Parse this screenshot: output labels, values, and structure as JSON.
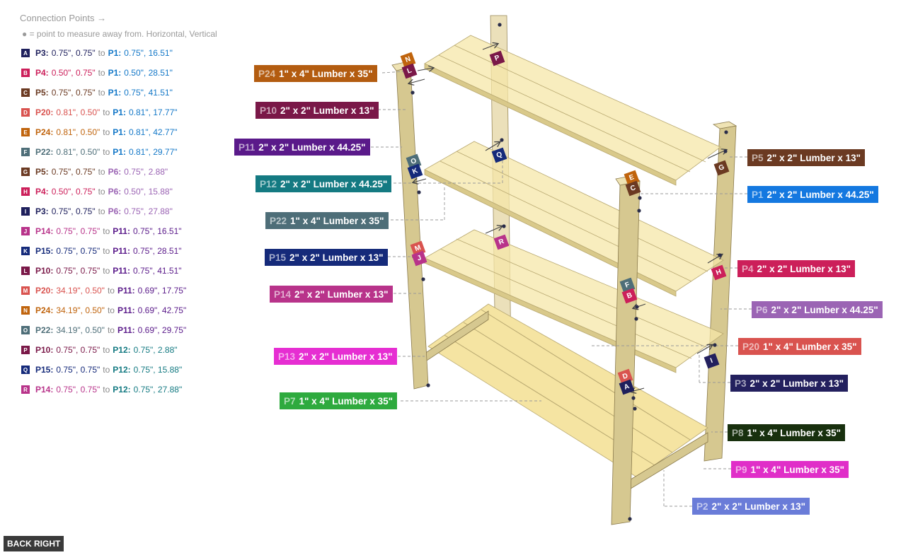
{
  "legend": {
    "title": "Connection Points →",
    "subtitle": "● = point to measure away from. Horizontal, Vertical",
    "connections": [
      {
        "letter": "A",
        "color": "#1e1f5c",
        "from": "P3:",
        "fromColor": "#1e1f5c",
        "fromVal": "0.75\", 0.75\"",
        "to": "P1:",
        "toColor": "#1478c8",
        "toVal": "0.75\", 16.51\""
      },
      {
        "letter": "B",
        "color": "#cc1f5a",
        "from": "P4:",
        "fromColor": "#cc1f5a",
        "fromVal": "0.50\", 0.75\"",
        "to": "P1:",
        "toColor": "#1478c8",
        "toVal": "0.50\", 28.51\""
      },
      {
        "letter": "C",
        "color": "#6b3a22",
        "from": "P5:",
        "fromColor": "#6b3a22",
        "fromVal": "0.75\", 0.75\"",
        "to": "P1:",
        "toColor": "#1478c8",
        "toVal": "0.75\", 41.51\""
      },
      {
        "letter": "D",
        "color": "#d9534f",
        "from": "P20:",
        "fromColor": "#d9534f",
        "fromVal": "0.81\", 0.50\"",
        "to": "P1:",
        "toColor": "#1478c8",
        "toVal": "0.81\", 17.77\""
      },
      {
        "letter": "E",
        "color": "#c0640d",
        "from": "P24:",
        "fromColor": "#c0640d",
        "fromVal": "0.81\", 0.50\"",
        "to": "P1:",
        "toColor": "#1478c8",
        "toVal": "0.81\", 42.77\""
      },
      {
        "letter": "F",
        "color": "#4e6e78",
        "from": "P22:",
        "fromColor": "#4e6e78",
        "fromVal": "0.81\", 0.50\"",
        "to": "P1:",
        "toColor": "#1478c8",
        "toVal": "0.81\", 29.77\""
      },
      {
        "letter": "G",
        "color": "#6b3a22",
        "from": "P5:",
        "fromColor": "#6b3a22",
        "fromVal": "0.75\", 0.75\"",
        "to": "P6:",
        "toColor": "#9b64b4",
        "toVal": "0.75\", 2.88\""
      },
      {
        "letter": "H",
        "color": "#cc1f5a",
        "from": "P4:",
        "fromColor": "#cc1f5a",
        "fromVal": "0.50\", 0.75\"",
        "to": "P6:",
        "toColor": "#9b64b4",
        "toVal": "0.50\", 15.88\""
      },
      {
        "letter": "I",
        "color": "#1e1f5c",
        "from": "P3:",
        "fromColor": "#1e1f5c",
        "fromVal": "0.75\", 0.75\"",
        "to": "P6:",
        "toColor": "#9b64b4",
        "toVal": "0.75\", 27.88\""
      },
      {
        "letter": "J",
        "color": "#b8338a",
        "from": "P14:",
        "fromColor": "#b8338a",
        "fromVal": "0.75\", 0.75\"",
        "to": "P11:",
        "toColor": "#5a1a8a",
        "toVal": "0.75\", 16.51\""
      },
      {
        "letter": "K",
        "color": "#152a7a",
        "from": "P15:",
        "fromColor": "#152a7a",
        "fromVal": "0.75\", 0.75\"",
        "to": "P11:",
        "toColor": "#5a1a8a",
        "toVal": "0.75\", 28.51\""
      },
      {
        "letter": "L",
        "color": "#7a1848",
        "from": "P10:",
        "fromColor": "#7a1848",
        "fromVal": "0.75\", 0.75\"",
        "to": "P11:",
        "toColor": "#5a1a8a",
        "toVal": "0.75\", 41.51\""
      },
      {
        "letter": "M",
        "color": "#d9534f",
        "from": "P20:",
        "fromColor": "#d9534f",
        "fromVal": "34.19\", 0.50\"",
        "to": "P11:",
        "toColor": "#5a1a8a",
        "toVal": "0.69\", 17.75\""
      },
      {
        "letter": "N",
        "color": "#c0640d",
        "from": "P24:",
        "fromColor": "#c0640d",
        "fromVal": "34.19\", 0.50\"",
        "to": "P11:",
        "toColor": "#5a1a8a",
        "toVal": "0.69\", 42.75\""
      },
      {
        "letter": "O",
        "color": "#4e6e78",
        "from": "P22:",
        "fromColor": "#4e6e78",
        "fromVal": "34.19\", 0.50\"",
        "to": "P11:",
        "toColor": "#5a1a8a",
        "toVal": "0.69\", 29.75\""
      },
      {
        "letter": "P",
        "color": "#7a1848",
        "from": "P10:",
        "fromColor": "#7a1848",
        "fromVal": "0.75\", 0.75\"",
        "to": "P12:",
        "toColor": "#147a82",
        "toVal": "0.75\", 2.88\""
      },
      {
        "letter": "Q",
        "color": "#152a7a",
        "from": "P15:",
        "fromColor": "#152a7a",
        "fromVal": "0.75\", 0.75\"",
        "to": "P12:",
        "toColor": "#147a82",
        "toVal": "0.75\", 15.88\""
      },
      {
        "letter": "R",
        "color": "#b8338a",
        "from": "P14:",
        "fromColor": "#b8338a",
        "fromVal": "0.75\", 0.75\"",
        "to": "P12:",
        "toColor": "#147a82",
        "toVal": "0.75\", 27.88\""
      }
    ]
  },
  "parts": [
    {
      "id": "P24",
      "desc": "1\" x 4\" Lumber  x 35\"",
      "color": "#b35c10"
    },
    {
      "id": "P10",
      "desc": "2\" x 2\" Lumber x 13\"",
      "color": "#7a1848"
    },
    {
      "id": "P11",
      "desc": "2\" x 2\" Lumber x 44.25\"",
      "color": "#5a1a8a"
    },
    {
      "id": "P12",
      "desc": "2\" x 2\" Lumber x 44.25\"",
      "color": "#147a82"
    },
    {
      "id": "P22",
      "desc": "1\" x 4\" Lumber  x 35\"",
      "color": "#4e6e78"
    },
    {
      "id": "P15",
      "desc": "2\" x 2\" Lumber x 13\"",
      "color": "#152a7a"
    },
    {
      "id": "P14",
      "desc": "2\" x 2\" Lumber x 13\"",
      "color": "#b8338a"
    },
    {
      "id": "P13",
      "desc": "2\" x 2\" Lumber x 13\"",
      "color": "#e62ed2"
    },
    {
      "id": "P7",
      "desc": "1\" x 4\" Lumber  x 35\"",
      "color": "#2eaa3e"
    },
    {
      "id": "P5",
      "desc": "2\" x 2\" Lumber x 13\"",
      "color": "#6b3a22"
    },
    {
      "id": "P1",
      "desc": "2\" x 2\" Lumber x 44.25\"",
      "color": "#1478e0"
    },
    {
      "id": "P4",
      "desc": "2\" x 2\" Lumber x 13\"",
      "color": "#cc1f5a"
    },
    {
      "id": "P6",
      "desc": "2\" x 2\" Lumber x 44.25\"",
      "color": "#9b64b4"
    },
    {
      "id": "P20",
      "desc": "1\" x 4\" Lumber  x 35\"",
      "color": "#d9534f"
    },
    {
      "id": "P3",
      "desc": "2\" x 2\" Lumber x 13\"",
      "color": "#23205e"
    },
    {
      "id": "P8",
      "desc": "1\" x 4\" Lumber  x 35\"",
      "color": "#18300e"
    },
    {
      "id": "P9",
      "desc": "1\" x 4\" Lumber  x 35\"",
      "color": "#e02ec8"
    },
    {
      "id": "P2",
      "desc": "2\" x 2\" Lumber x 13\"",
      "color": "#6a7cd8"
    }
  ],
  "view_button": "BACK RIGHT"
}
